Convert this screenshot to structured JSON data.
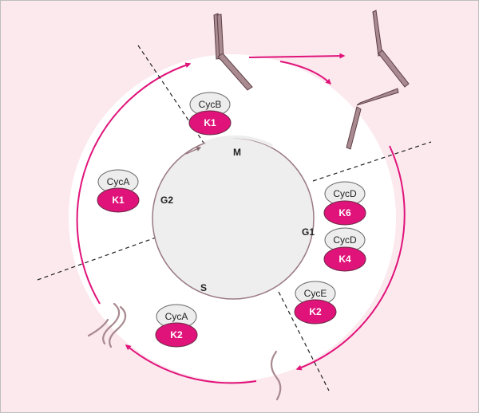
{
  "colors": {
    "background": "#fce9ee",
    "accent": "#e0137a",
    "chromosome_fill": "#a98a91",
    "chromosome_stroke": "#5e3f47",
    "inner_circle": "#eeeeee",
    "cyclin_fill": "#ededed"
  },
  "phases": {
    "m": "M",
    "g1": "G1",
    "s": "S",
    "g2": "G2"
  },
  "complexes": [
    {
      "id": "cycb-k1",
      "cyclin": "CycB",
      "cdk": "K1"
    },
    {
      "id": "cyca-k1",
      "cyclin": "CycA",
      "cdk": "K1"
    },
    {
      "id": "cycd-k6",
      "cyclin": "CycD",
      "cdk": "K6"
    },
    {
      "id": "cycd-k4",
      "cyclin": "CycD",
      "cdk": "K4"
    },
    {
      "id": "cyce-k2",
      "cyclin": "CycE",
      "cdk": "K2"
    },
    {
      "id": "cyca-k2",
      "cyclin": "CycA",
      "cdk": "K2"
    }
  ]
}
